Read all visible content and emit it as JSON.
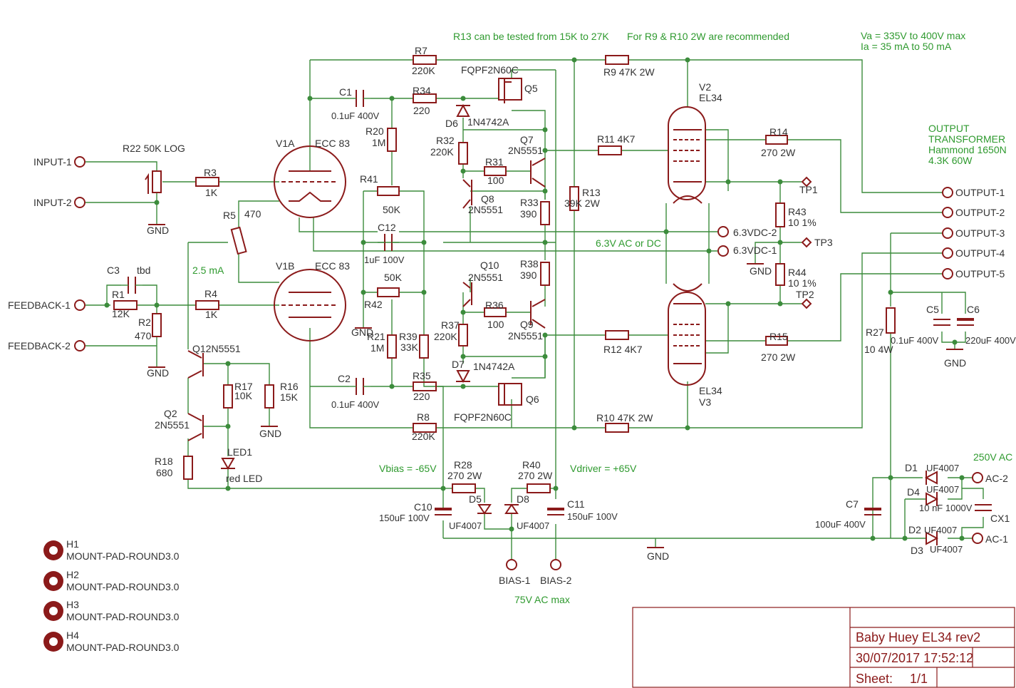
{
  "notes": {
    "r13": "R13 can be tested from 15K to 27K",
    "r9r10": "For R9 & R10 2W are recommended",
    "va": "Va = 335V to 400V max",
    "ia": "Ia = 35 mA to 50 mA",
    "ot1": "OUTPUT",
    "ot2": "TRANSFORMER",
    "ot3": "Hammond 1650N",
    "ot4": "4.3K 60W",
    "heater": "6.3V AC or DC",
    "current": "2.5 mA",
    "vbias": "Vbias = -65V",
    "vdriver": "Vdriver = +65V",
    "bias_ac": "75V AC max",
    "ac250": "250V AC"
  },
  "connectors": {
    "input1": "INPUT-1",
    "input2": "INPUT-2",
    "fb1": "FEEDBACK-1",
    "fb2": "FEEDBACK-2",
    "out1": "OUTPUT-1",
    "out2": "OUTPUT-2",
    "out3": "OUTPUT-3",
    "out4": "OUTPUT-4",
    "out5": "OUTPUT-5",
    "vdc2": "6.3VDC-2",
    "vdc1": "6.3VDC-1",
    "tp1": "TP1",
    "tp2": "TP2",
    "tp3": "TP3",
    "bias1": "BIAS-1",
    "bias2": "BIAS-2",
    "ac2": "AC-2",
    "ac1": "AC-1",
    "gnd": "GND"
  },
  "parts": {
    "r22": "R22  50K LOG",
    "r3": "R3",
    "r3v": "1K",
    "r5": "R5",
    "r5v": "470",
    "c3": "C3",
    "c3v": "tbd",
    "r1": "R1",
    "r1v": "12K",
    "r2": "R2",
    "r2v": "470",
    "r4": "R4",
    "r4v": "1K",
    "v1a": "V1A",
    "v1b": "V1B",
    "ecc83": "ECC 83",
    "c1": "C1",
    "c1v": "0.1uF 400V",
    "r20": "R20",
    "r20v": "1M",
    "r41": "R41",
    "r41v": "50K",
    "c12": "C12",
    "c12v": "1uF 100V",
    "r42": "R42",
    "r42v": "50K",
    "r21": "R21",
    "r21v": "1M",
    "r39": "R39",
    "r39v": "33K",
    "c2": "C2",
    "c2v": "0.1uF 400V",
    "r7": "R7",
    "r7v": "220K",
    "r8": "R8",
    "r8v": "220K",
    "r34": "R34",
    "r34v": "220",
    "r35": "R35",
    "r35v": "220",
    "q5": "Q5",
    "q6": "Q6",
    "fqp": "FQPF2N60C",
    "d6": "D6",
    "d7": "D7",
    "z": "1N4742A",
    "r32": "R32",
    "r32v": "220K",
    "r37": "R37",
    "r37v": "220K",
    "r31": "R31",
    "r31v": "100",
    "r36": "R36",
    "r36v": "100",
    "q7": "Q7",
    "q8": "Q8",
    "q9": "Q9",
    "q10": "Q10",
    "npn": "2N5551",
    "r33": "R33",
    "r33v": "390",
    "r38": "R38",
    "r38v": "390",
    "r13": "R13",
    "r13v": "39K 2W",
    "r9": "R9  47K 2W",
    "r10": "R10  47K 2W",
    "r11": "R11  4K7",
    "r12": "R12  4K7",
    "v2": "V2",
    "v3": "V3",
    "el34": "EL34",
    "r14": "R14",
    "r14v": "270 2W",
    "r15": "R15",
    "r15v": "270 2W",
    "r43": "R43",
    "r43v": "10 1%",
    "r44": "R44",
    "r44v": "10 1%",
    "r27": "R27",
    "r27v": "10 4W",
    "c5": "C5",
    "c5v": "0.1uF 400V",
    "c6": "C6",
    "c6v": "220uF 400V",
    "c7": "C7",
    "c7v": "100uF 400V",
    "d1": "D1",
    "d2": "D2",
    "d3": "D3",
    "d4": "D4",
    "uf": "UF4007",
    "cx1": "CX1",
    "cx1v": "10 nF 1000V",
    "q1": "Q12N5551",
    "q2": "Q2",
    "q2v": "2N5551",
    "r17": "R17",
    "r17v": "10K",
    "r16": "R16",
    "r16v": "15K",
    "r18": "R18",
    "r18v": "680",
    "led1": "LED1",
    "ledv": "red  LED",
    "r28": "R28",
    "r28v": "270 2W",
    "r40": "R40",
    "r40v": "270 2W",
    "d5": "D5",
    "d8": "D8",
    "c10": "C10",
    "c10v": "150uF 100V",
    "c11": "C11",
    "c11v": "150uF 100V",
    "h1": "H1",
    "h2": "H2",
    "h3": "H3",
    "h4": "H4",
    "mount": "MOUNT-PAD-ROUND3.0"
  },
  "title_block": {
    "title": "Baby Huey EL34 rev2",
    "date": "30/07/2017 17:52:12",
    "sheet_label": "Sheet:",
    "sheet_value": "1/1"
  },
  "colors": {
    "wire": "#3c8c3c",
    "part": "#8b1a1a",
    "note": "#2f9a2f"
  }
}
